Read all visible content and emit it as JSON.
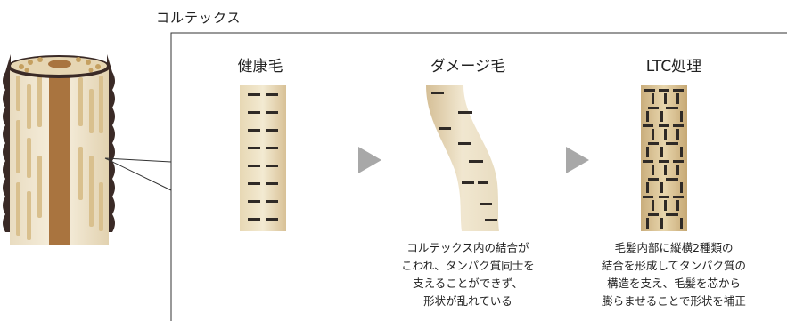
{
  "section_title": "コルテックス",
  "panels": [
    {
      "title": "健康毛",
      "caption": []
    },
    {
      "title": "ダメージ毛",
      "caption": [
        "コルテックス内の結合が",
        "こわれ、タンパク質同士を",
        "支えることができず、",
        "形状が乱れている"
      ]
    },
    {
      "title": "LTC処理",
      "caption": [
        "毛髪内部に縦横2種類の",
        "結合を形成してタンパク質の",
        "構造を支え、毛髪を芯から",
        "膨らませることで形状を補正"
      ]
    }
  ],
  "arrow_icons": [
    "chevron-right-icon",
    "chevron-right-icon"
  ],
  "colors": {
    "frame": "#333333",
    "arrow": "#a8a8a8",
    "dash": "#2f2a26",
    "hair_light": "#f4ecd8",
    "hair_mid": "#d9c39b",
    "hair_dark": "#b49968",
    "medulla": "#a9743f",
    "cuticle": "#3a2a26"
  }
}
